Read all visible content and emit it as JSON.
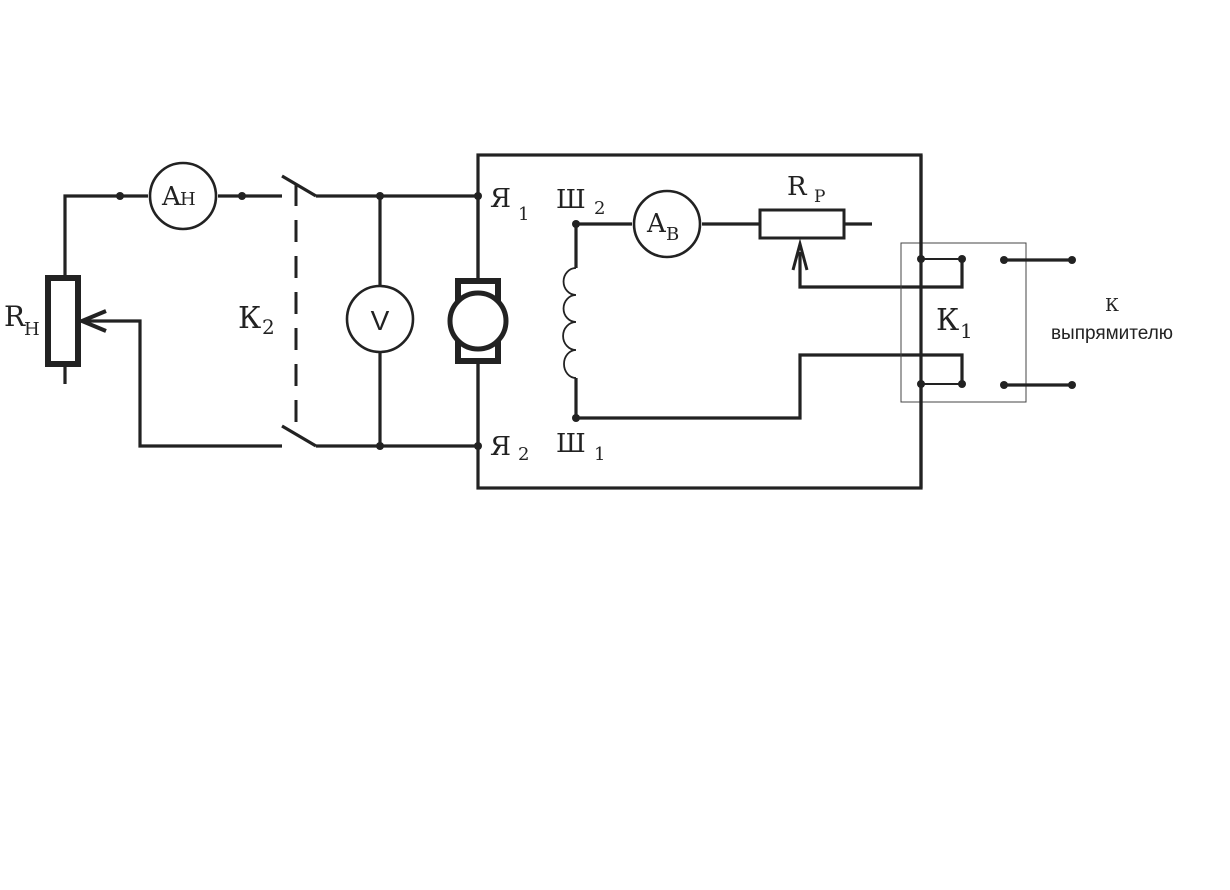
{
  "labels": {
    "ammeter_load": {
      "main": "A",
      "sub": "Н"
    },
    "ammeter_field": {
      "main": "A",
      "sub": "В"
    },
    "voltmeter": "V",
    "load_rheostat": {
      "main": "R",
      "sub": "Н"
    },
    "field_rheostat": {
      "main": "R",
      "sub": "Р"
    },
    "switch_k2": {
      "main": "К",
      "sub": "2"
    },
    "switch_k1": {
      "main": "К",
      "sub": "1"
    },
    "armature_1": {
      "main": "Я",
      "sub": "1"
    },
    "armature_2": {
      "main": "Я",
      "sub": "2"
    },
    "field_2": {
      "main": "Ш",
      "sub": "2"
    },
    "field_1": {
      "main": "Ш",
      "sub": "1"
    },
    "rectifier_line1": "К",
    "rectifier_line2": "выпрямителю"
  },
  "colors": {
    "ink": "#222222",
    "background": "#ffffff"
  }
}
